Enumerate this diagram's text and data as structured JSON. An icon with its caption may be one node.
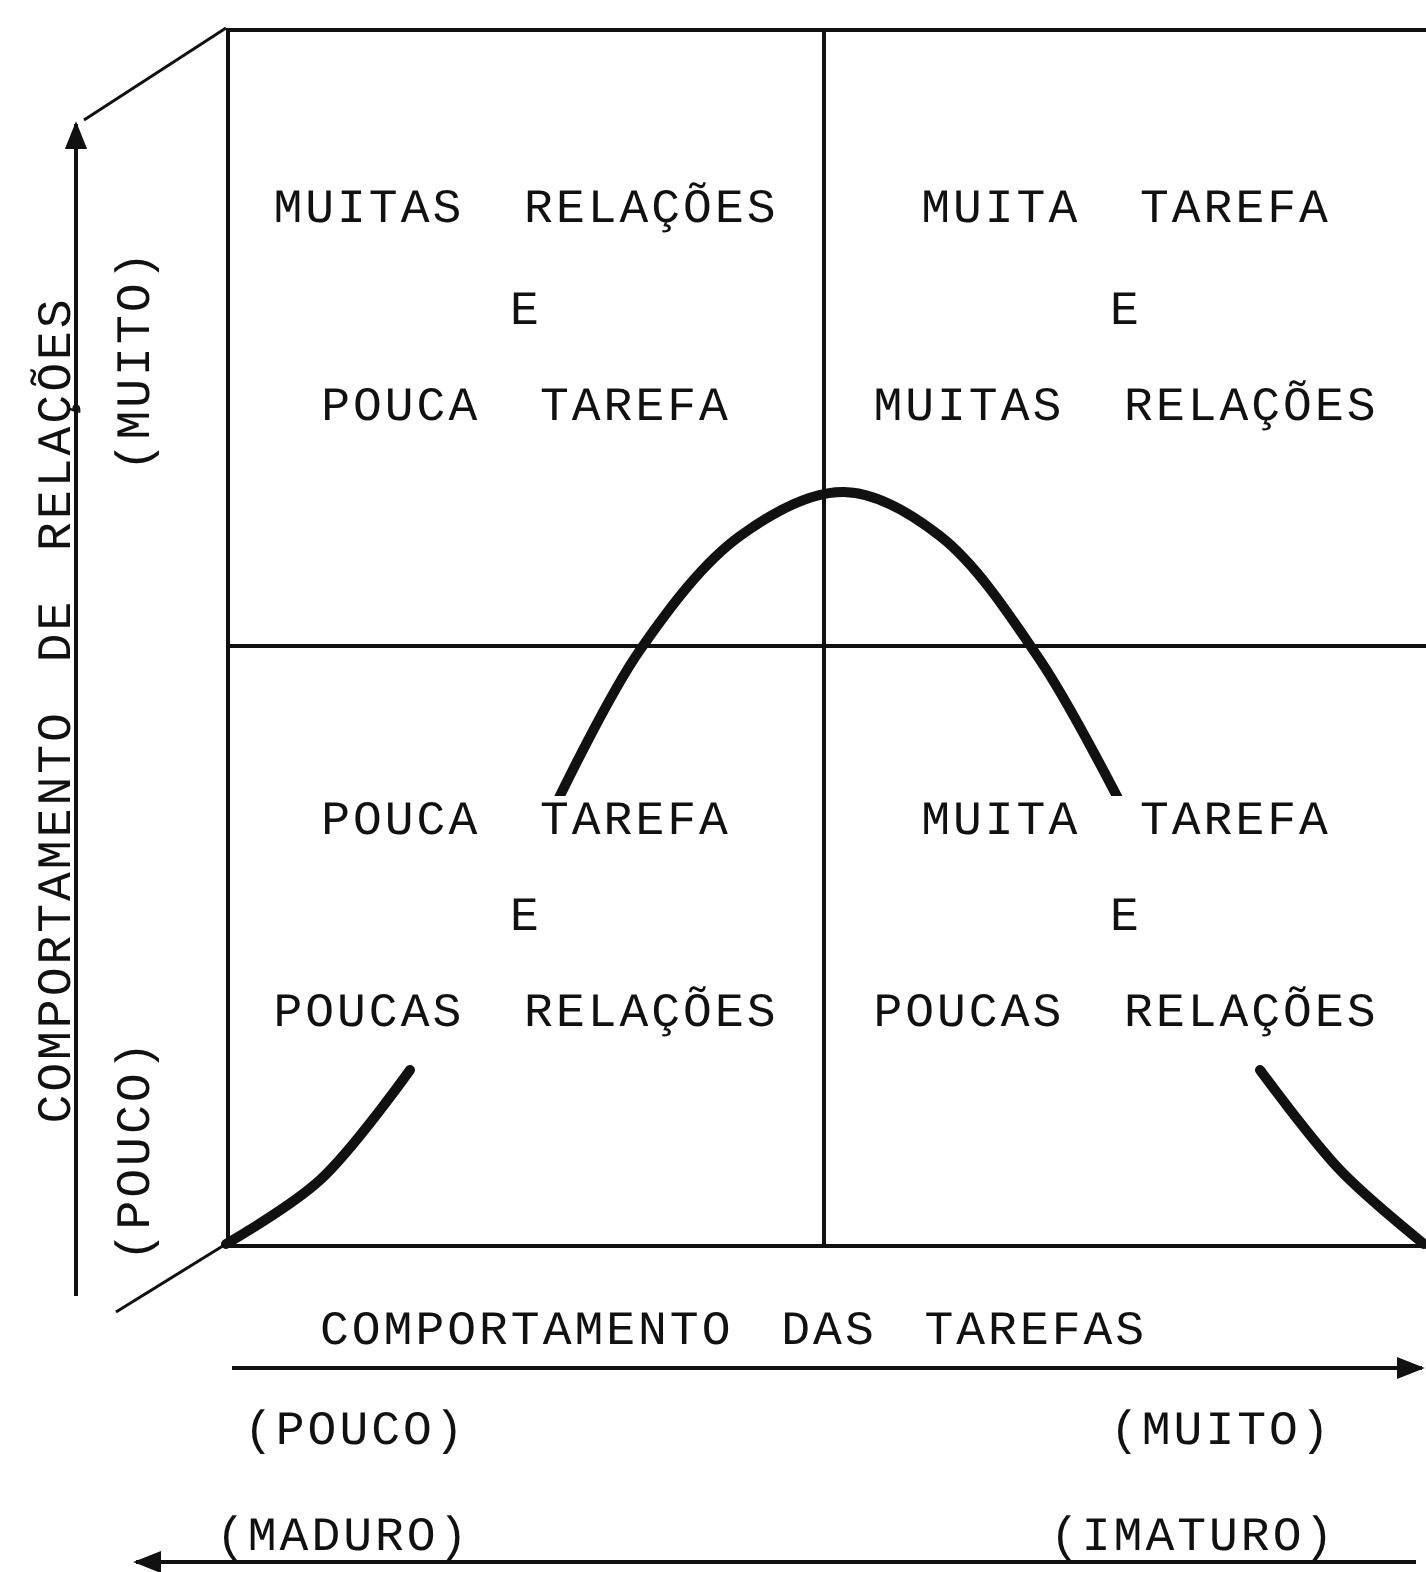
{
  "diagram": {
    "nodes": [
      {
        "text": [
          "MUITAS RELAÇÕES",
          "E",
          "POUCA TAREFA"
        ]
      },
      {
        "text": [
          "MUITA TAREFA",
          "E",
          "MUITAS RELAÇÕES"
        ]
      },
      {
        "text": [
          "POUCA TAREFA",
          "E",
          "POUCAS RELAÇÕES"
        ]
      },
      {
        "text": [
          "MUITA TAREFA",
          "E",
          "POUCAS RELAÇÕES"
        ]
      }
    ],
    "labels": [
      "COMPORTAMENTO DE RELAÇÕES",
      "(MUITO)",
      "(POUCO)",
      "COMPORTAMENTO DAS TAREFAS",
      "(POUCO)",
      "(MUITO)",
      "(MADURO)",
      "(IMATURO)"
    ]
  }
}
